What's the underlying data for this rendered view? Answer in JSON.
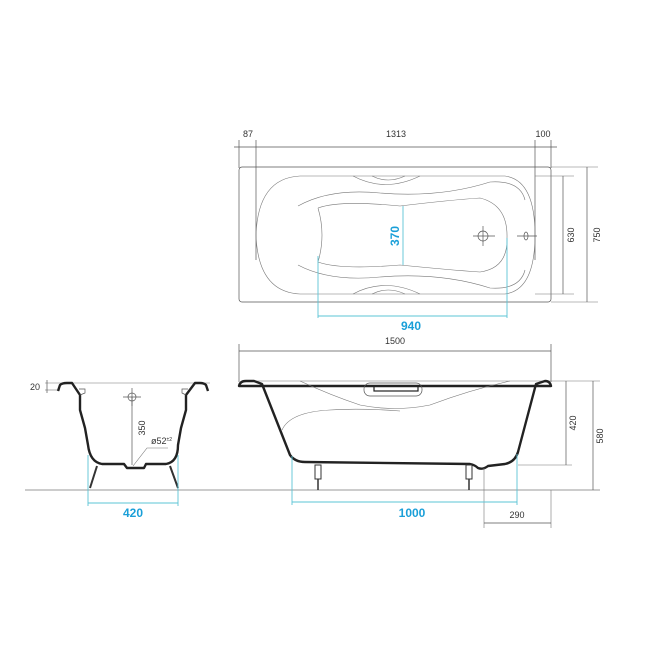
{
  "top_view": {
    "dim_left": "87",
    "dim_middle": "1313",
    "dim_right": "100",
    "dim_inner_width": "630",
    "dim_outer_width": "750",
    "dim_bottom_width": "370",
    "dim_bottom_length": "940"
  },
  "side_view": {
    "dim_length": "1500",
    "dim_depth": "420",
    "dim_height": "580",
    "dim_drain_offset": "290",
    "dim_leg_spacing": "1000"
  },
  "end_view": {
    "dim_rim": "20",
    "dim_drain_height": "350",
    "dim_drain_diameter": "ø52",
    "dim_drain_tolerance": "±2",
    "dim_leg_spacing": "420"
  },
  "colors": {
    "accent": "#1a9fd8",
    "line": "#222222"
  }
}
